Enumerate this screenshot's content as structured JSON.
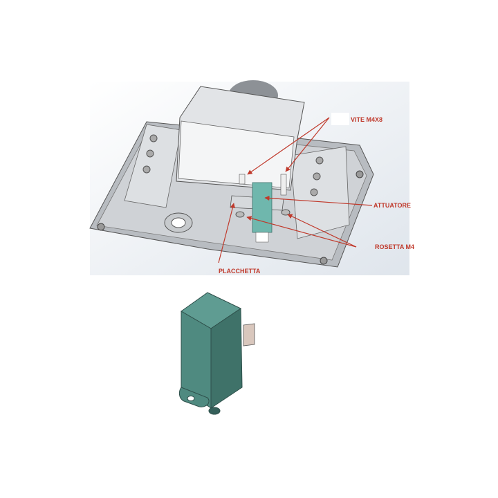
{
  "assembly_view": {
    "labels": {
      "screw": "VITE M4X8",
      "actuator": "ATTUATORE",
      "washer": "ROSETTA M4",
      "plate": "PLACCHETTA"
    },
    "colors": {
      "annotation": "#c0392b",
      "part": "#5b9a90",
      "housing": "#c9ccd0",
      "background": "#e9edf2"
    }
  },
  "part_view": {
    "colors": {
      "part": "#4f8a80"
    }
  }
}
